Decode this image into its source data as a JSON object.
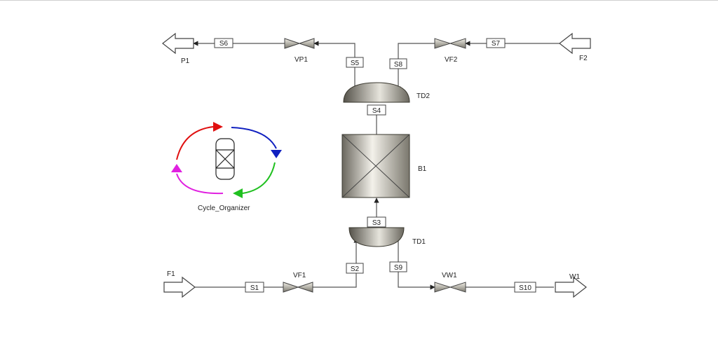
{
  "streams": {
    "s1": "S1",
    "s2": "S2",
    "s3": "S3",
    "s4": "S4",
    "s5": "S5",
    "s6": "S6",
    "s7": "S7",
    "s8": "S8",
    "s9": "S9",
    "s10": "S10"
  },
  "valves": {
    "vp1": "VP1",
    "vf2": "VF2",
    "vf1": "VF1",
    "vw1": "VW1"
  },
  "ports": {
    "p1": "P1",
    "f2": "F2",
    "f1": "F1",
    "w1": "W1"
  },
  "units": {
    "td2": "TD2",
    "td1": "TD1",
    "b1": "B1"
  },
  "organizer": {
    "label": "Cycle_Organizer",
    "arc_colors": [
      "#e01010",
      "#1020c0",
      "#20c020",
      "#e020e0"
    ]
  },
  "colors": {
    "line": "#555555",
    "vessel_dark": "#6e6a5e",
    "vessel_light": "#f2f0e8"
  }
}
